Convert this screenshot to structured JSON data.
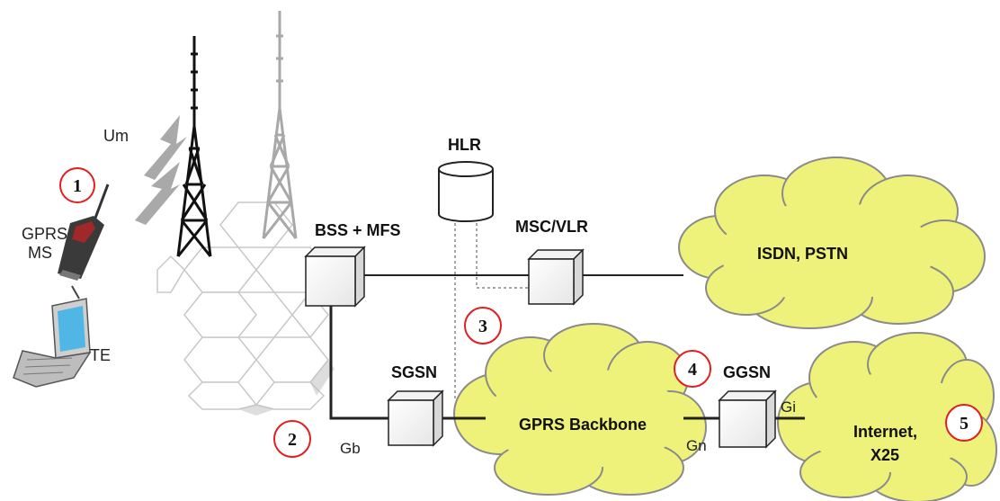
{
  "labels": {
    "um": "Um",
    "gprs_ms": "GPRS",
    "gprs_ms_2": "MS",
    "te": "TE",
    "hlr": "HLR",
    "bss_mfs": "BSS + MFS",
    "msc_vlr": "MSC/VLR",
    "sgsn": "SGSN",
    "ggsn": "GGSN",
    "gb": "Gb",
    "gn": "Gn",
    "gi": "Gi",
    "isdn_pstn": "ISDN, PSTN",
    "gprs_backbone": "GPRS Backbone",
    "internet": "Internet,",
    "x25": "X25"
  },
  "markers": [
    "1",
    "2",
    "3",
    "4",
    "5"
  ],
  "colors": {
    "cloud_fill": "#eef27a",
    "cloud_stroke": "#8a8a8a",
    "marker_ring": "#e02020",
    "line": "#222222",
    "hex": "#c8c8c8"
  }
}
